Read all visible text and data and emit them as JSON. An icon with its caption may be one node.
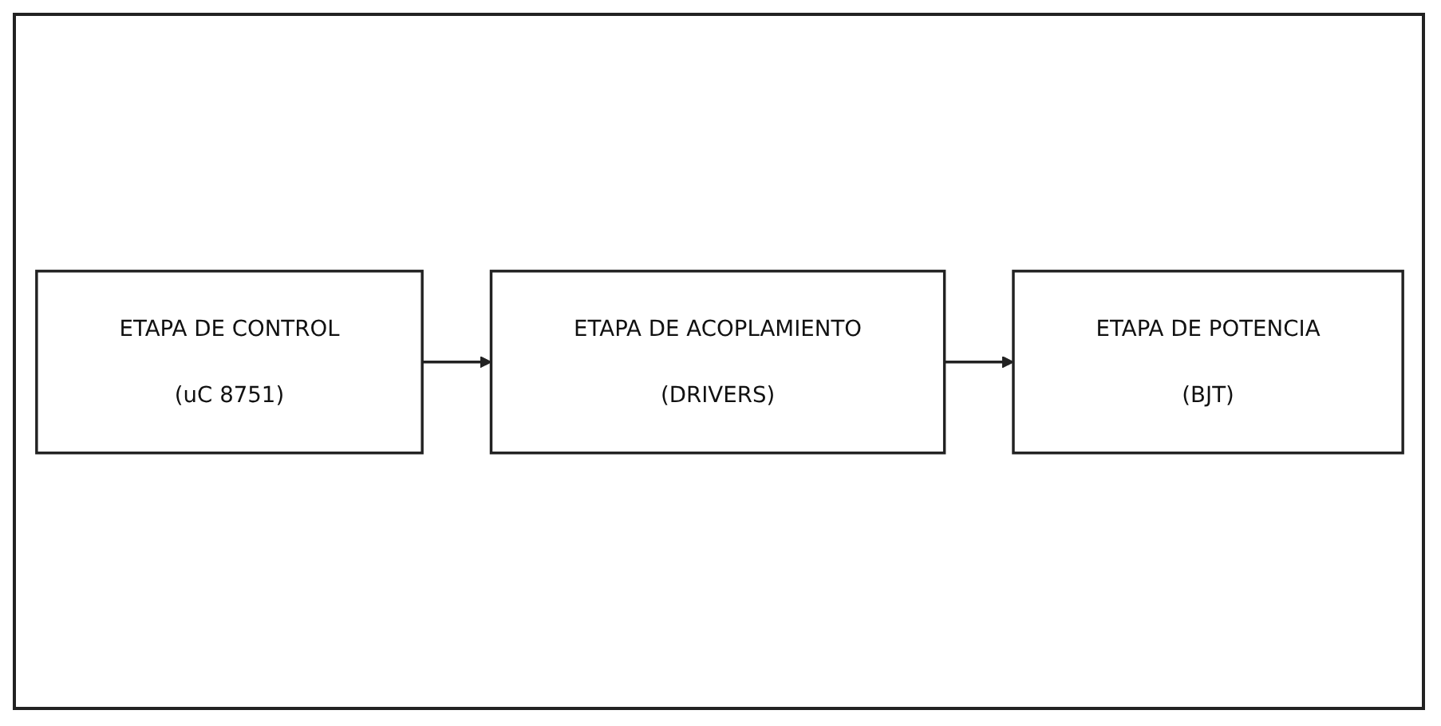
{
  "diagram": {
    "nodes": [
      {
        "text": [
          "ETAPA DE CONTROL",
          "(uC 8751)"
        ]
      },
      {
        "text": [
          "ETAPA DE ACOPLAMIENTO",
          "(DRIVERS)"
        ]
      },
      {
        "text": [
          "ETAPA DE POTENCIA",
          "(BJT)"
        ]
      }
    ],
    "edges": [
      {
        "from": 0,
        "to": 1,
        "arrow": "to"
      },
      {
        "from": 1,
        "to": 2,
        "arrow": "to"
      }
    ]
  }
}
